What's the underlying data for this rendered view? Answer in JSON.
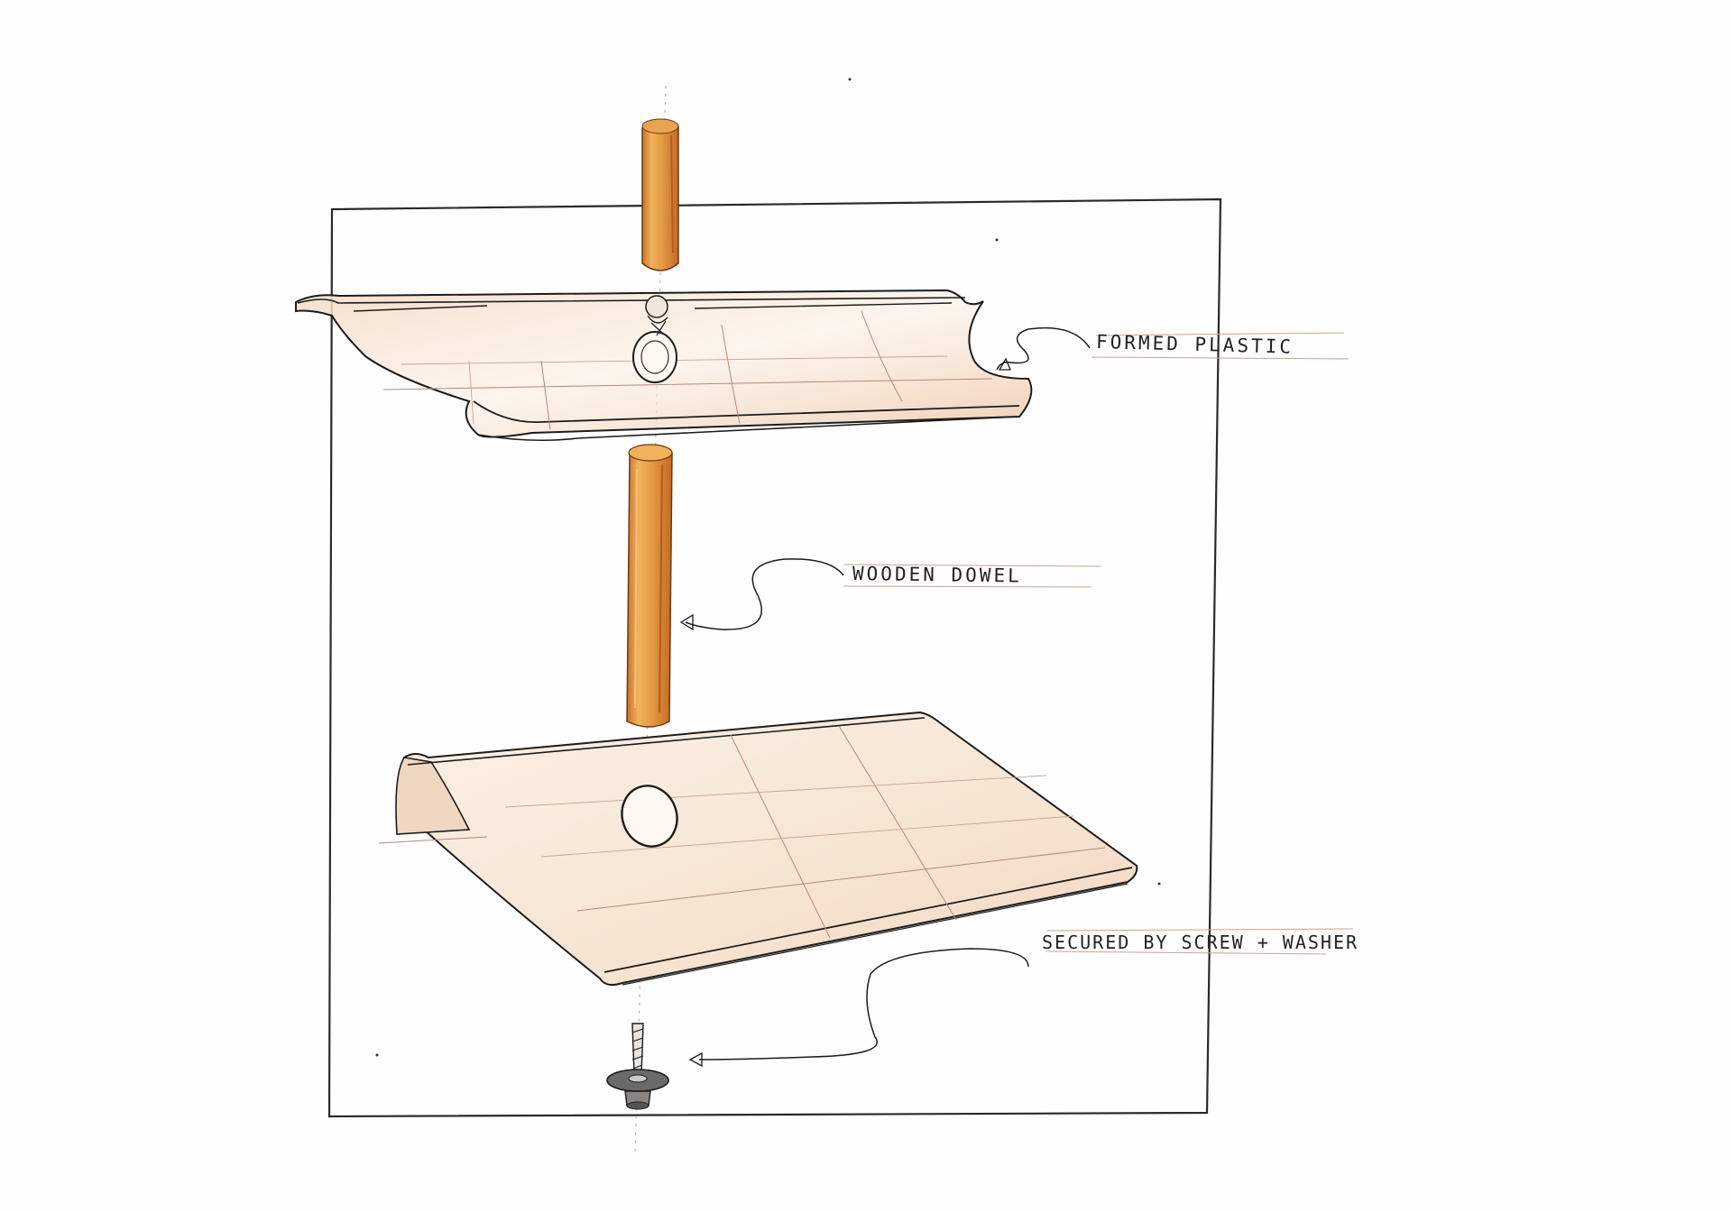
{
  "diagram": {
    "labels": {
      "formed_plastic": "FORMED PLASTIC",
      "wooden_dowel": "WOODEN DOWEL",
      "screw_washer": "SECURED BY SCREW + WASHER"
    },
    "colors": {
      "wood_light": "#f2b25c",
      "wood_mid": "#e0943c",
      "wood_dark": "#c8702a",
      "plastic_tint": "#f1d2b8",
      "ink": "#1c1c1c",
      "guide_line": "#d4a8a0",
      "frame": "#2a2a2a"
    },
    "parts": [
      {
        "name": "top-dowel",
        "label": ""
      },
      {
        "name": "upper-shelf",
        "label": "formed_plastic"
      },
      {
        "name": "middle-dowel",
        "label": "wooden_dowel"
      },
      {
        "name": "lower-shelf",
        "label": ""
      },
      {
        "name": "screw-and-washer",
        "label": "screw_washer"
      }
    ]
  }
}
